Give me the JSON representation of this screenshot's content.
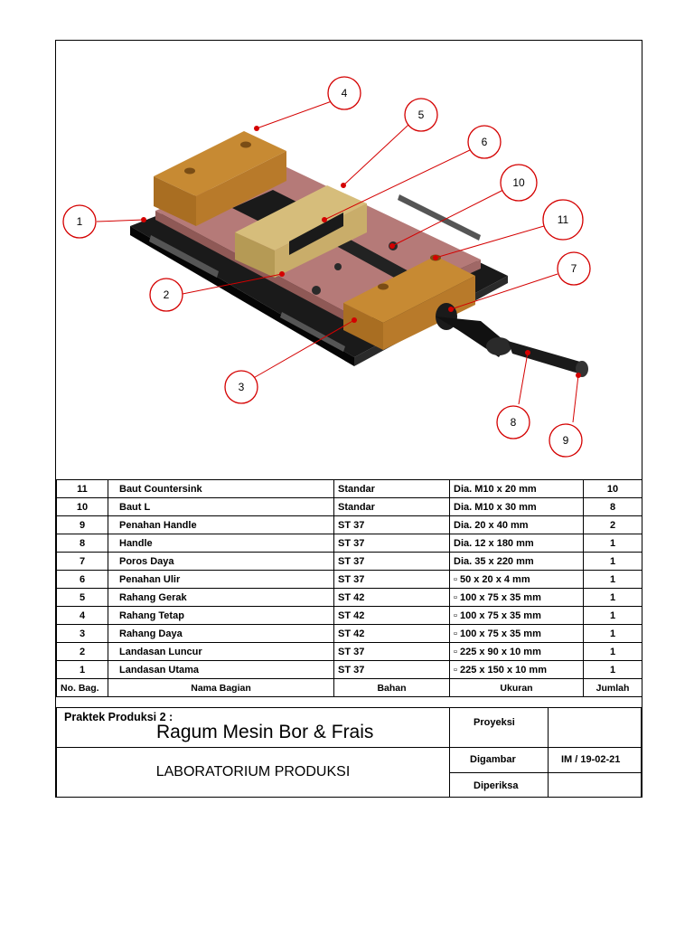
{
  "callouts": [
    "1",
    "2",
    "3",
    "4",
    "5",
    "6",
    "7",
    "8",
    "9",
    "10",
    "11"
  ],
  "colors": {
    "callout": "#d40000",
    "jaw": "#b87a2a",
    "moving_jaw": "#c9ad6a",
    "slide_base": "#b57a78",
    "base": "#1a1a1a"
  },
  "bom": {
    "headers": {
      "no": "No. Bag.",
      "name": "Nama Bagian",
      "material": "Bahan",
      "size": "Ukuran",
      "qty": "Jumlah"
    },
    "rows": [
      {
        "no": "11",
        "name": "Baut Countersink",
        "material": "Standar",
        "size": "Dia. M10 x 20 mm",
        "qty": "10"
      },
      {
        "no": "10",
        "name": "Baut L",
        "material": "Standar",
        "size": "Dia. M10 x 30 mm",
        "qty": "8"
      },
      {
        "no": "9",
        "name": "Penahan Handle",
        "material": "ST 37",
        "size": "Dia. 20 x 40 mm",
        "qty": "2"
      },
      {
        "no": "8",
        "name": "Handle",
        "material": "ST 37",
        "size": "Dia. 12 x 180 mm",
        "qty": "1"
      },
      {
        "no": "7",
        "name": "Poros Daya",
        "material": "ST 37",
        "size": "Dia. 35 x 220 mm",
        "qty": "1"
      },
      {
        "no": "6",
        "name": "Penahan Ulir",
        "material": "ST 37",
        "size": "▫ 50 x 20 x 4 mm",
        "qty": "1"
      },
      {
        "no": "5",
        "name": "Rahang Gerak",
        "material": "ST 42",
        "size": "▫ 100 x 75 x 35 mm",
        "qty": "1"
      },
      {
        "no": "4",
        "name": "Rahang Tetap",
        "material": "ST 42",
        "size": "▫ 100 x 75 x 35 mm",
        "qty": "1"
      },
      {
        "no": "3",
        "name": "Rahang Daya",
        "material": "ST 42",
        "size": "▫ 100 x 75 x 35 mm",
        "qty": "1"
      },
      {
        "no": "2",
        "name": "Landasan Luncur",
        "material": "ST 37",
        "size": "▫ 225 x 90 x 10 mm",
        "qty": "1"
      },
      {
        "no": "1",
        "name": "Landasan Utama",
        "material": "ST 37",
        "size": "▫ 225 x 150 x 10 mm",
        "qty": "1"
      }
    ]
  },
  "title_block": {
    "course": "Praktek Produksi 2 :",
    "title": "Ragum Mesin Bor & Frais",
    "lab": "LABORATORIUM PRODUKSI",
    "proyeksi_label": "Proyeksi",
    "digambar_label": "Digambar",
    "digambar_value": "IM / 19-02-21",
    "diperiksa_label": "Diperiksa"
  }
}
